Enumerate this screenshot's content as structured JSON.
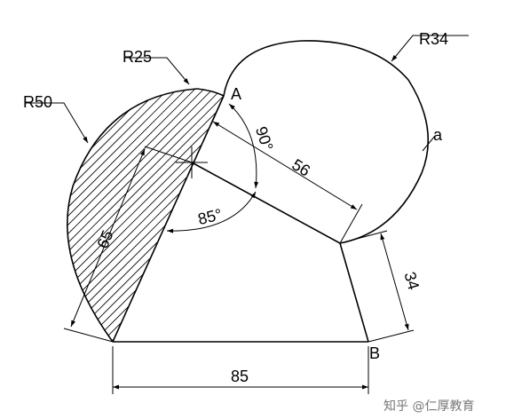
{
  "labels": {
    "r25": "R25",
    "r34": "R34",
    "r50": "R50",
    "a_upper": "A",
    "a_lower": "a",
    "b": "B"
  },
  "dimensions": {
    "d65": "65",
    "d90": "90°",
    "d56": "56",
    "d85_angle": "85°",
    "d34": "34",
    "d85": "85"
  },
  "watermark": "知乎 @仁厚教育"
}
